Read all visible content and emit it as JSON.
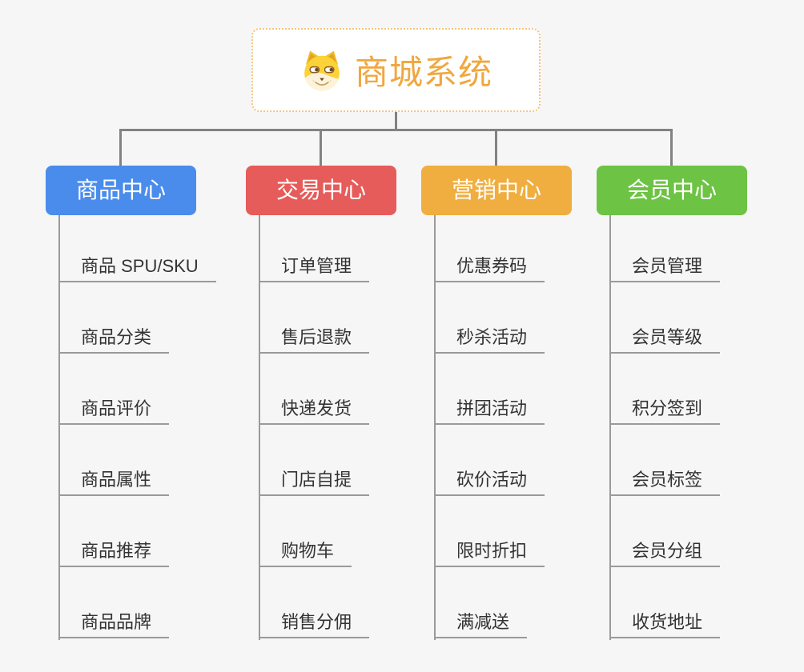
{
  "canvas": {
    "background": "#f6f6f6",
    "connector_color": "#828282",
    "leaf_line_color": "#9a9a9a",
    "leaf_text_color": "#333333"
  },
  "root": {
    "label": "商城系统",
    "icon": "dog-face-icon",
    "text_color": "#f0a73f",
    "border_color": "#f4c47e"
  },
  "branches": [
    {
      "label": "商品中心",
      "color": "#4a8cec",
      "children": [
        "商品 SPU/SKU",
        "商品分类",
        "商品评价",
        "商品属性",
        "商品推荐",
        "商品品牌"
      ]
    },
    {
      "label": "交易中心",
      "color": "#e65c5a",
      "children": [
        "订单管理",
        "售后退款",
        "快递发货",
        "门店自提",
        "购物车",
        "销售分佣"
      ]
    },
    {
      "label": "营销中心",
      "color": "#efae3f",
      "children": [
        "优惠券码",
        "秒杀活动",
        "拼团活动",
        "砍价活动",
        "限时折扣",
        "满减送"
      ]
    },
    {
      "label": "会员中心",
      "color": "#6dc344",
      "children": [
        "会员管理",
        "会员等级",
        "积分签到",
        "会员标签",
        "会员分组",
        "收货地址"
      ]
    }
  ]
}
